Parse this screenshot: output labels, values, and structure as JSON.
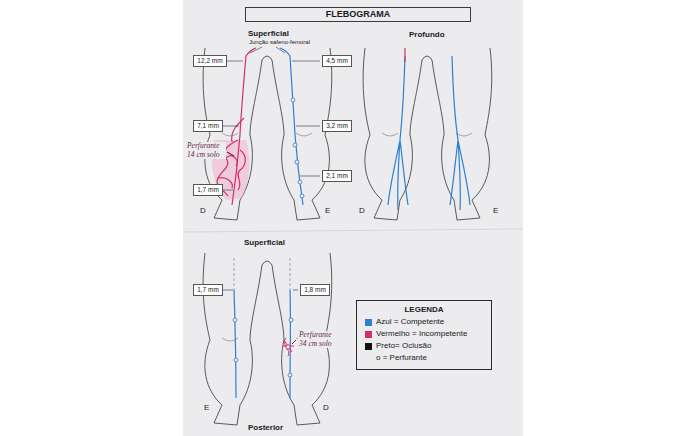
{
  "diagram": {
    "title": "FLEBOGRAMA",
    "nodes": [
      {
        "text": [
          "12,2 mm"
        ]
      },
      {
        "text": [
          "4,5 mm"
        ]
      },
      {
        "text": [
          "7,1 mm"
        ]
      },
      {
        "text": [
          "3,2 mm"
        ]
      },
      {
        "text": [
          "1,7 mm"
        ]
      },
      {
        "text": [
          "2,1 mm"
        ]
      },
      {
        "text": [
          "1,7 mm"
        ]
      },
      {
        "text": [
          "1,8 mm"
        ]
      },
      {
        "text": [
          "LEGENDA"
        ]
      }
    ],
    "labels": [
      "Superficial",
      "Junção safeno-femoral",
      "Profundo",
      "Perfurante 14 cm solo",
      "D",
      "E",
      "D",
      "E",
      "Superficial",
      "Perfurante 34 cm solo",
      "E",
      "D",
      "Posterior"
    ],
    "legend": [
      {
        "text": "Azul = Competente",
        "color": "#2f7fd0"
      },
      {
        "text": "Vermelho = Incompetente",
        "color": "#d0306a"
      },
      {
        "text": "Preto= Oclusão",
        "color": "#111111"
      },
      {
        "text": "o = Perfurante"
      }
    ]
  }
}
